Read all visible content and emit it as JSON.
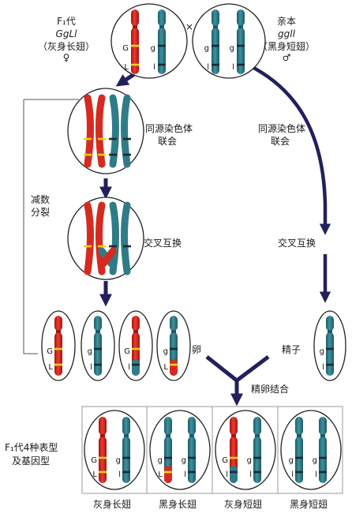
{
  "colors": {
    "maternal_red": "#e0231f",
    "paternal_teal": "#2f7c88",
    "band_yellow": "#f2d21b",
    "band_dark": "#1b2a30",
    "arrow_navy": "#22205c",
    "ellipse_stroke": "#222222"
  },
  "parents": {
    "female": {
      "generation": "F₁代",
      "genotype": "GgLl",
      "phenotype": "（灰身长翅）",
      "sex_symbol": "♀"
    },
    "cross_symbol": "×",
    "male": {
      "generation": "亲本",
      "genotype": "ggll",
      "phenotype": "（黑身短翅）",
      "sex_symbol": "♂"
    }
  },
  "process": {
    "synapsis_left": [
      "同源染色体",
      "联会"
    ],
    "synapsis_right": [
      "同源染色体",
      "联会"
    ],
    "crossover_left": "交叉互换",
    "crossover_right": "交叉互换",
    "meiosis_label": [
      "减数",
      "分裂"
    ],
    "egg_label": "卵",
    "sperm_label": "精子",
    "fertilization": "精卵结合"
  },
  "gametes": {
    "eggs": [
      {
        "alleles": [
          "G",
          "L"
        ]
      },
      {
        "alleles": [
          "g",
          "l"
        ]
      },
      {
        "alleles": [
          "G",
          "l"
        ]
      },
      {
        "alleles": [
          "g",
          "L"
        ]
      }
    ],
    "sperm": {
      "alleles": [
        "g",
        "l"
      ]
    }
  },
  "offspring": {
    "heading": [
      "F₁代4种表型",
      "及基因型"
    ],
    "items": [
      {
        "phenotype": "灰身长翅",
        "left_alleles": [
          "G",
          "L"
        ],
        "right_alleles": [
          "g",
          "l"
        ]
      },
      {
        "phenotype": "黑身长翅",
        "left_alleles": [
          "g",
          "L"
        ],
        "right_alleles": [
          "g",
          "l"
        ]
      },
      {
        "phenotype": "灰身短翅",
        "left_alleles": [
          "G",
          "l"
        ],
        "right_alleles": [
          "g",
          "l"
        ]
      },
      {
        "phenotype": "黑身短翅",
        "left_alleles": [
          "g",
          "l"
        ],
        "right_alleles": [
          "g",
          "l"
        ]
      }
    ]
  }
}
